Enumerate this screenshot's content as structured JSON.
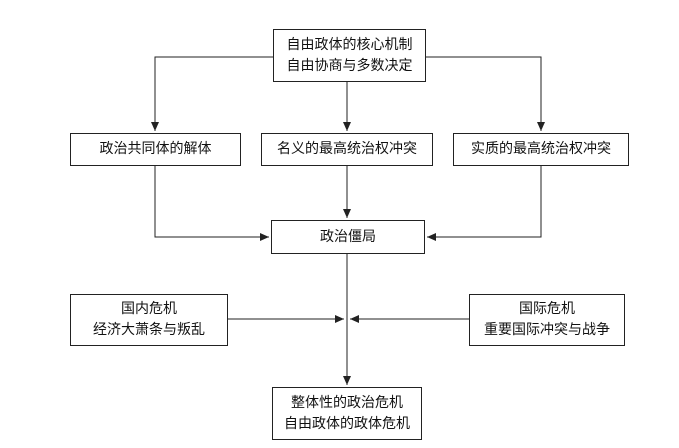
{
  "diagram": {
    "nodes": {
      "core": {
        "line1": "自由政体的核心机制",
        "line2": "自由协商与多数决定"
      },
      "dissolution": {
        "label": "政治共同体的解体"
      },
      "nominal": {
        "label": "名义的最高统治权冲突"
      },
      "substantive": {
        "label": "实质的最高统治权冲突"
      },
      "deadlock": {
        "label": "政治僵局"
      },
      "domestic": {
        "line1": "国内危机",
        "line2": "经济大萧条与叛乱"
      },
      "international": {
        "line1": "国际危机",
        "line2": "重要国际冲突与战争"
      },
      "overall": {
        "line1": "整体性的政治危机",
        "line2": "自由政体的政体危机"
      }
    }
  }
}
